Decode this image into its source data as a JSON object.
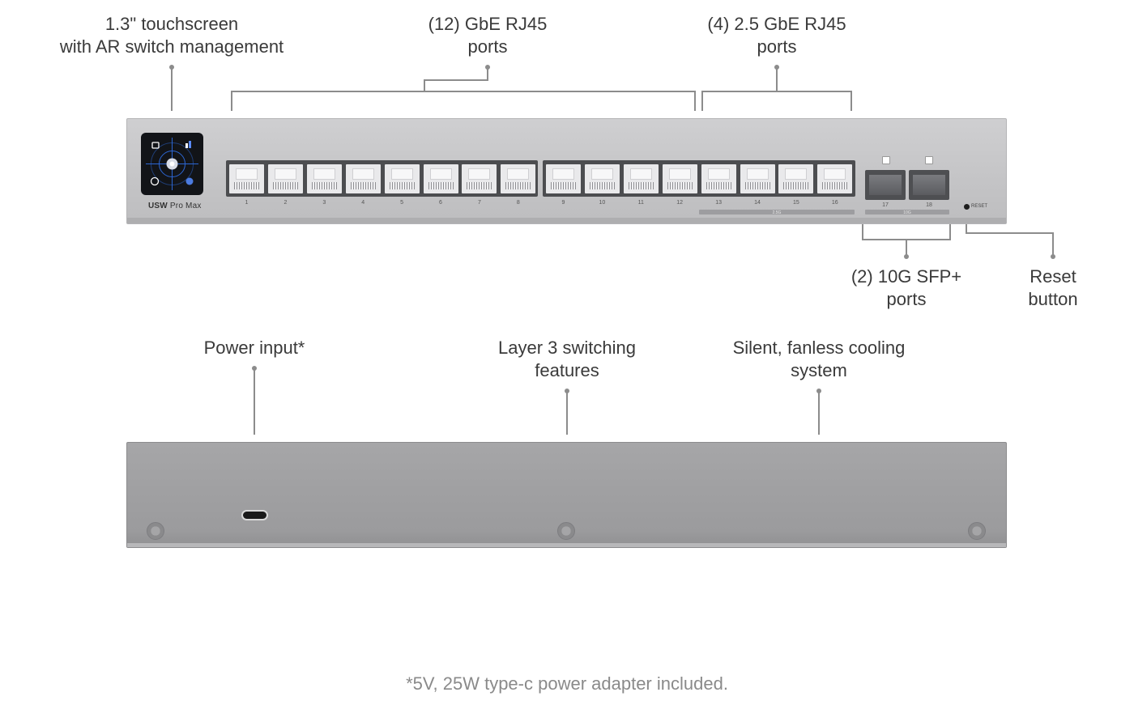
{
  "callouts": {
    "touchscreen": {
      "line1": "1.3\" touchscreen",
      "line2": "with AR switch management"
    },
    "gbe": {
      "line1": "(12) GbE RJ45",
      "line2": "ports"
    },
    "gbe25": {
      "line1": "(4) 2.5 GbE RJ45",
      "line2": "ports"
    },
    "sfp": {
      "line1": "(2) 10G SFP+",
      "line2": "ports"
    },
    "reset": {
      "line1": "Reset",
      "line2": "button"
    },
    "power": {
      "line1": "Power input*"
    },
    "layer3": {
      "line1": "Layer 3 switching",
      "line2": "features"
    },
    "cooling": {
      "line1": "Silent, fanless cooling",
      "line2": "system"
    }
  },
  "device": {
    "model_brand": "USW",
    "model_name": "Pro Max",
    "port_numbers": [
      "1",
      "2",
      "3",
      "4",
      "5",
      "6",
      "7",
      "8",
      "9",
      "10",
      "11",
      "12",
      "13",
      "14",
      "15",
      "16",
      "17",
      "18"
    ],
    "group_labels": {
      "gbe25": "2.5G",
      "sfp": "10G"
    },
    "reset_label": "RESET"
  },
  "footnote": "*5V, 25W type-c power adapter included.",
  "colors": {
    "chassis_front": "#c6c6c8",
    "chassis_back": "#9f9fa1",
    "leader_line": "#8c8c8c",
    "screen": "#121418",
    "screen_accent": "#3b7cff"
  },
  "icons": [
    "touchscreen-icon",
    "usb-c-port-icon",
    "screw-icon"
  ]
}
